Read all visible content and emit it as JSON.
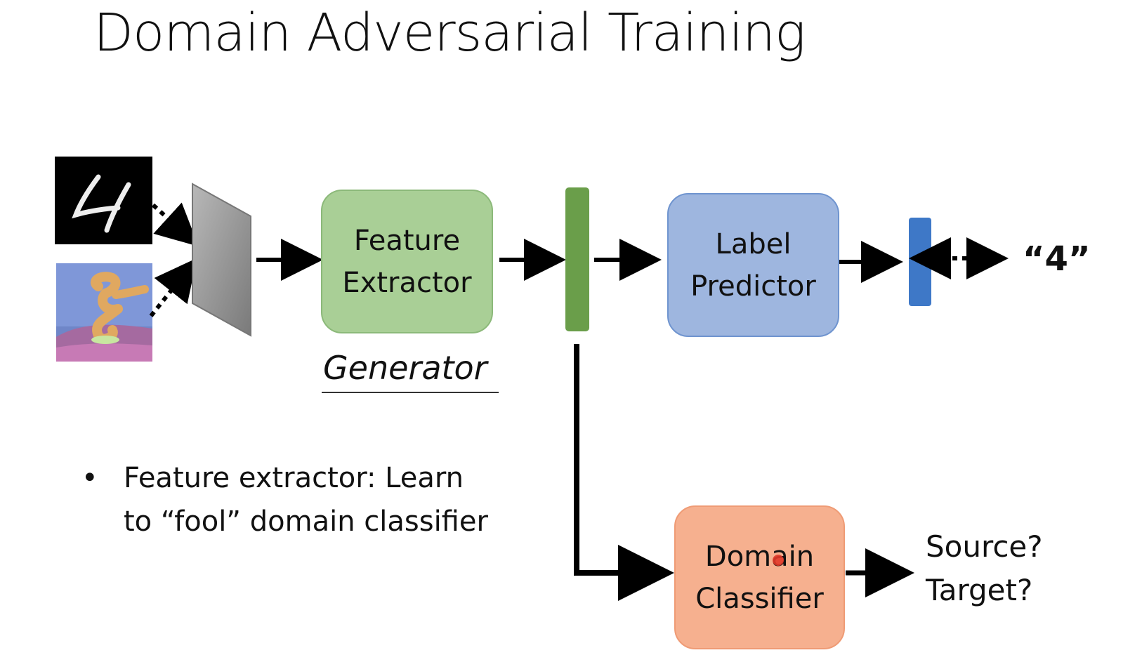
{
  "title": "Domain Adversarial Training",
  "boxes": {
    "feature_extractor": [
      "Feature",
      "Extractor"
    ],
    "label_predictor": [
      "Label",
      "Predictor"
    ],
    "domain_classifier": [
      "Domain",
      "Classifier"
    ]
  },
  "generator_label": "Generator",
  "output_label": "“4”",
  "domain_output": [
    "Source?",
    "Target?"
  ],
  "bullet": {
    "marker": "•",
    "lines": [
      "Feature extractor: Learn",
      "to “fool” domain classifier"
    ]
  },
  "colors": {
    "feature_extractor": "#a9cf96",
    "label_predictor": "#9eb6df",
    "domain_classifier": "#f6b08f",
    "feature_vector": "#6a9e4a",
    "label_vector": "#3e78c7"
  }
}
